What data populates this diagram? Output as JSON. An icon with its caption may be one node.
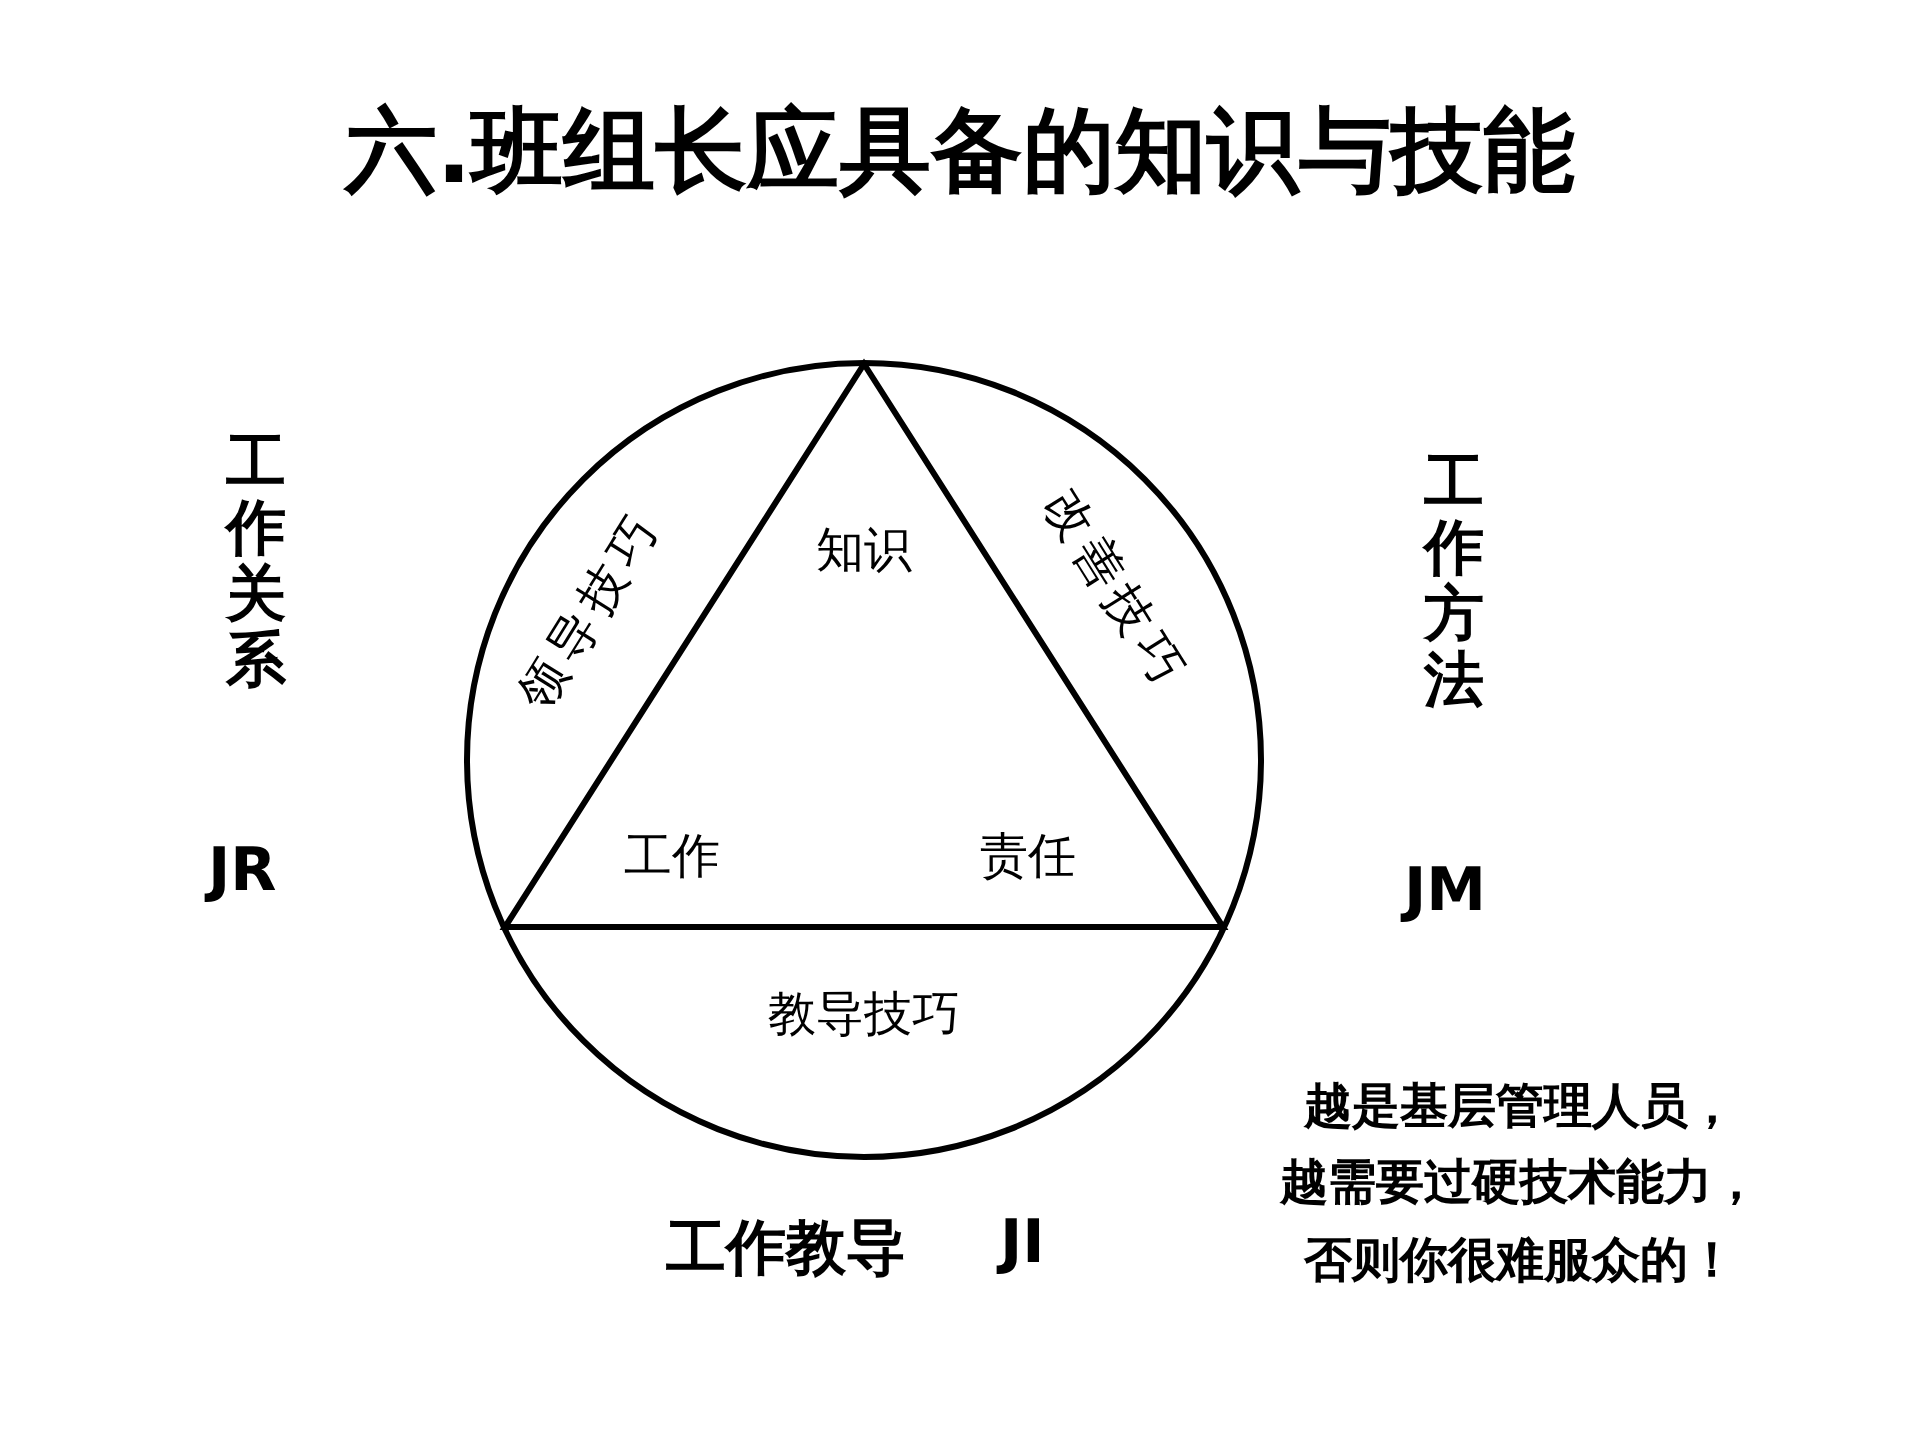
{
  "diagram": {
    "title": "六.班组长应具备的知识与技能",
    "nodes": [
      {
        "text": [
          "领导技巧",
          "改善技巧",
          "教导技巧"
        ]
      },
      {
        "text": [
          "知识",
          "工作",
          "责任"
        ],
        "in": 0
      }
    ],
    "labels": [
      "工作关系",
      "JR",
      "工作方法",
      "JM",
      "工作教导",
      "JI",
      "越是基层管理人员，越需要过硬技术能力，否则你很难服众的！"
    ]
  }
}
